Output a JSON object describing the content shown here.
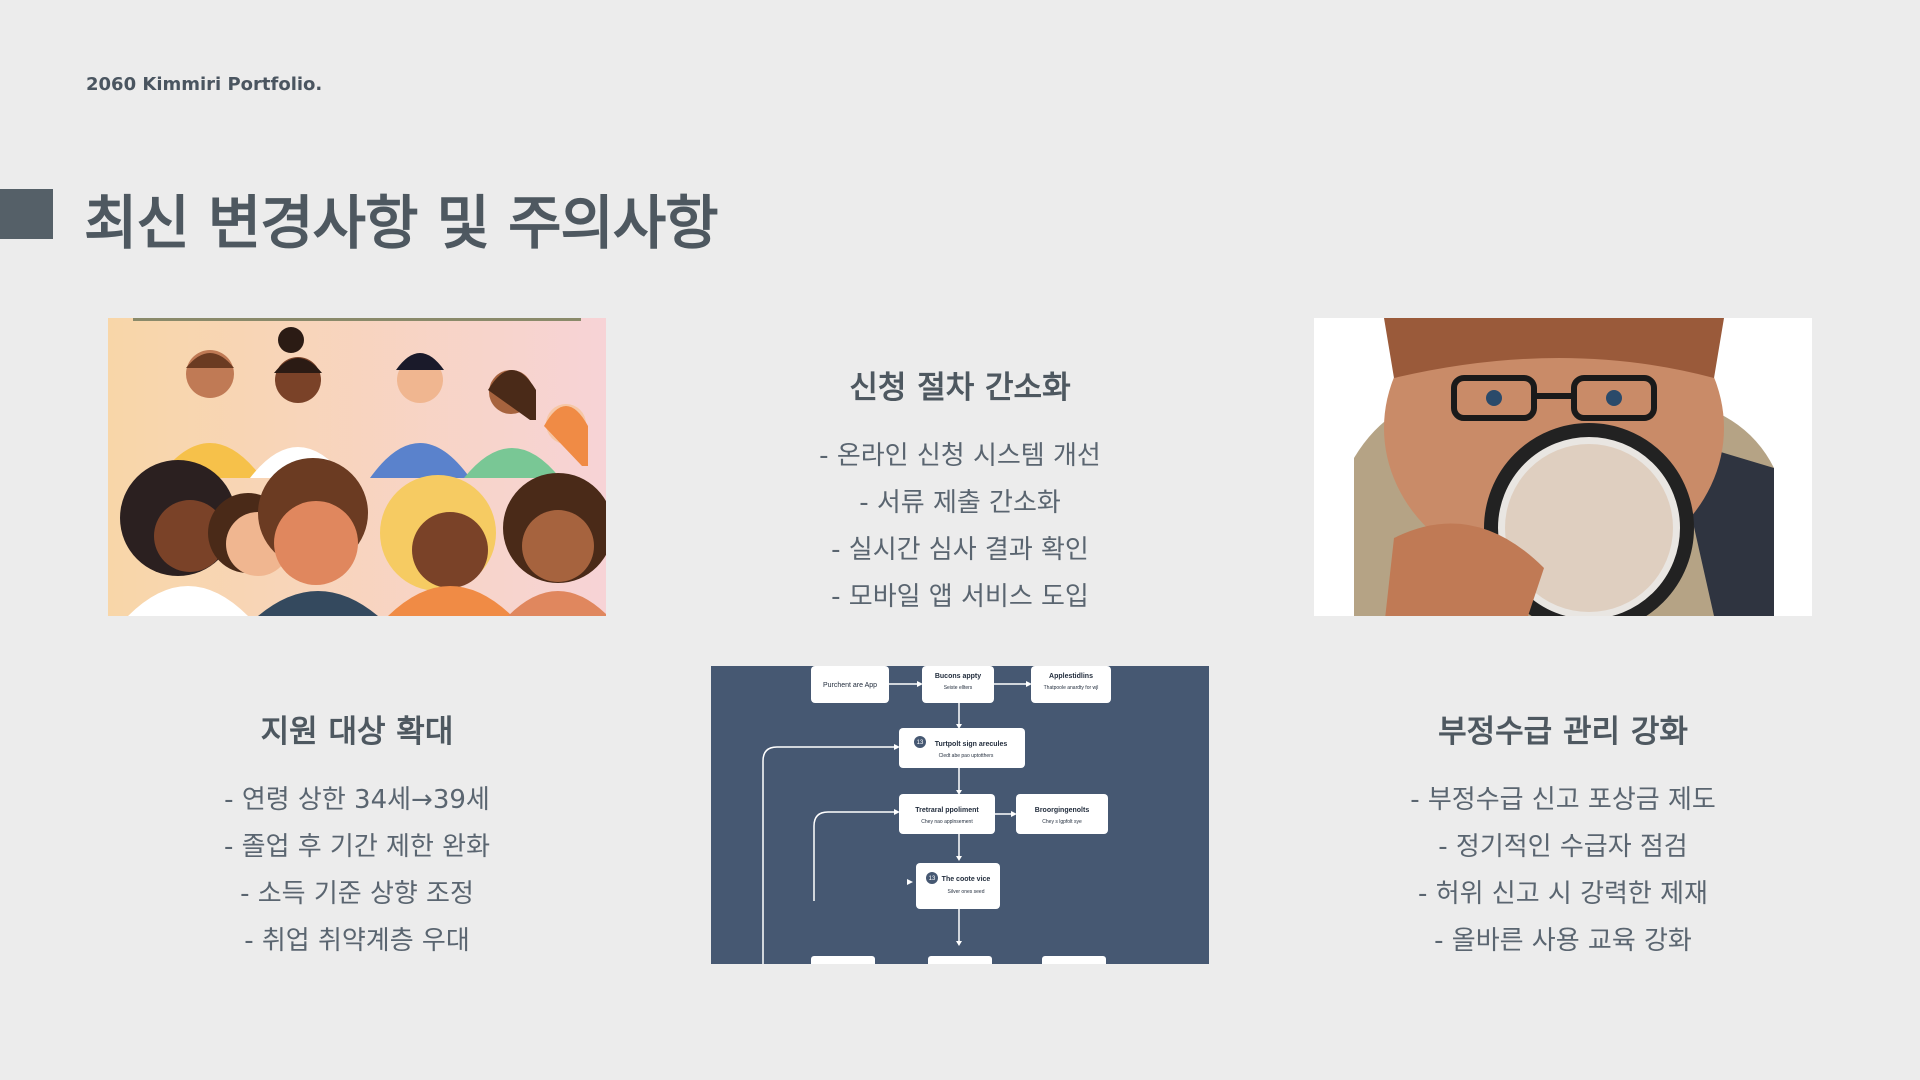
{
  "header": {
    "brand": "2060 Kimmiri Portfolio.",
    "title": "최신 변경사항 및 주의사항"
  },
  "sections": {
    "simplify": {
      "heading": "신청 절차 간소화",
      "items": [
        "- 온라인 신청 시스템 개선",
        "- 서류 제출 간소화",
        "- 실시간 심사 결과 확인",
        "- 모바일 앱 서비스 도입"
      ]
    },
    "expand": {
      "heading": "지원 대상 확대",
      "items": [
        "- 연령 상한 34세→39세",
        "- 졸업 후 기간 제한 완화",
        "- 소득 기준 상향 조정",
        "- 취업 취약계층 우대"
      ]
    },
    "fraud": {
      "heading": "부정수급 관리 강화",
      "items": [
        "- 부정수급 신고 포상금 제도",
        "- 정기적인 수급자 점검",
        "- 허위 신고 시 강력한 제재",
        "- 올바른 사용 교육 강화"
      ]
    }
  },
  "images": {
    "people": "diverse-people-illustration",
    "magnifier": "man-with-magnifying-glass-photo",
    "flowchart": {
      "nodes": [
        "Purchent are App",
        "Bucons appty",
        "Seiste ellters",
        "Applestidlins",
        "Thatpoole anardty for wjl",
        "Turtpolt sign arecules",
        "Cledt abe pao uptotthers",
        "Tretraral ppoliment",
        "Chey nao applnsement",
        "Broorgingenolts",
        "Chey s lgpfolt sye",
        "The coote vice",
        "Silver ones seed"
      ],
      "badges": [
        "13",
        "13"
      ]
    }
  },
  "colors": {
    "background": "#ececec",
    "title_accent": "#556068",
    "flow_bg": "#465872"
  }
}
